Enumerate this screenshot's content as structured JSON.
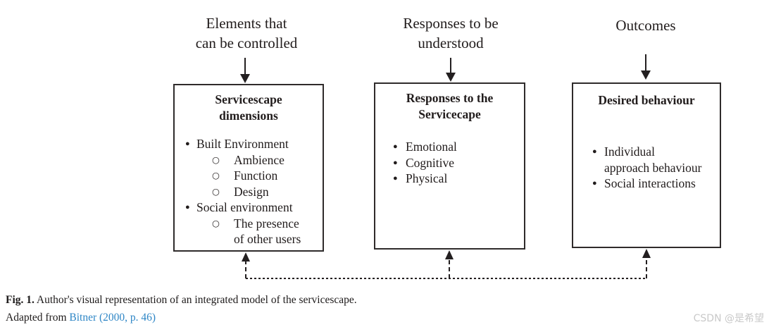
{
  "figure": {
    "top_labels": {
      "col1": "Elements that\ncan be controlled",
      "col2": "Responses to be\nunderstood",
      "col3": "Outcomes"
    },
    "boxes": [
      {
        "title": "Servicescape\ndimensions",
        "items": [
          {
            "level": 1,
            "text": "Built Environment"
          },
          {
            "level": 2,
            "text": "Ambience"
          },
          {
            "level": 2,
            "text": "Function"
          },
          {
            "level": 2,
            "text": "Design"
          },
          {
            "level": 1,
            "text": "Social environment"
          },
          {
            "level": 2,
            "text": "The presence\nof other users"
          }
        ]
      },
      {
        "title": "Responses to the\nServicecape",
        "items": [
          {
            "level": 1,
            "text": "Emotional"
          },
          {
            "level": 1,
            "text": "Cognitive"
          },
          {
            "level": 1,
            "text": "Physical"
          }
        ]
      },
      {
        "title": "Desired behaviour",
        "items": [
          {
            "level": 1,
            "text": "Individual\napproach behaviour"
          },
          {
            "level": 1,
            "text": "Social interactions"
          }
        ]
      }
    ],
    "icons": {
      "bullet_solid": "●",
      "bullet_hollow": "○",
      "arrow_down": "↓",
      "arrow_up_dashed": "↑"
    },
    "caption": {
      "fig_label": "Fig. 1.",
      "rest": " Author's visual representation of an integrated model of the servicescape.",
      "adapted_prefix": "Adapted from ",
      "citation_link": "Bitner (2000, p. 46)"
    },
    "watermark": "CSDN @是希望",
    "colors": {
      "line_black": "#231f20",
      "link_blue": "#2e86c6",
      "watermark_gray": "#c9c9c9"
    }
  }
}
